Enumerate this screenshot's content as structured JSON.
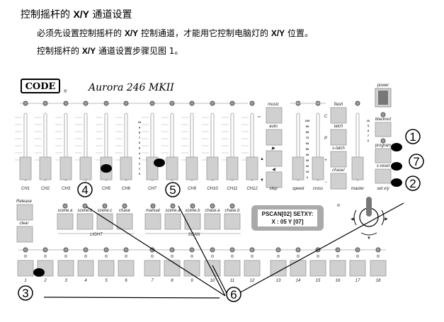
{
  "heading": {
    "prefix": "控制摇杆的 ",
    "xy": "X/Y",
    "suffix": " 通道设置"
  },
  "paragraphs": [
    {
      "a": "必须先设置控制摇杆的 ",
      "xy1": "X/Y",
      "b": " 控制通道，才能用它控制电脑灯的 ",
      "xy2": "X/Y",
      "c": " 位置。"
    },
    {
      "a": "控制摇杆的 ",
      "xy1": "X/Y",
      "b": " 通道设置步骤见图 1。"
    }
  ],
  "console": {
    "brand_logo": "CODE",
    "registered": "®",
    "model": "Aurora 246 MKII",
    "channels": [
      "CH1",
      "CH2",
      "CH3",
      "CH4",
      "CH5",
      "CH6",
      "CH7",
      "CH8",
      "CH9",
      "CH10",
      "CH11",
      "CH12"
    ],
    "fader_scale": [
      "10",
      "9",
      "8",
      "7",
      "6",
      "5",
      "4",
      "3",
      "2",
      "1",
      "0"
    ],
    "speed_scale": [
      "100",
      "90",
      "80",
      "70",
      "60",
      "50",
      "40",
      "30",
      "20",
      "10",
      "0"
    ],
    "master_scale": [
      "10",
      "9",
      "8",
      "7",
      "6",
      "5",
      "4",
      "3",
      "2",
      "1",
      "0"
    ],
    "mode_buttons": [
      "music",
      "auto",
      "step"
    ],
    "step_icons": {
      "music": "•••",
      "fwd": "▶",
      "back": "◀",
      "up": "▲",
      "down": "▼"
    },
    "faders_extra": [
      "speed",
      "cross",
      "master"
    ],
    "chase_buttons": [
      {
        "label": "flash",
        "mark": "C"
      },
      {
        "label": "latch",
        "mark": "P"
      },
      {
        "label": "s-latch",
        "mark": "+"
      },
      {
        "label": "chase!",
        "mark": "−"
      }
    ],
    "right_column": [
      "power",
      "blackout",
      "program",
      "s-reset",
      "set x/y"
    ],
    "left_buttons": [
      "Release",
      "clear"
    ],
    "light_buttons": [
      "scene.a",
      "scene.b",
      "scene.c",
      "chase"
    ],
    "scan_buttons": [
      "manual",
      "scene.a",
      "scene.b",
      "chase.a",
      "chase.b"
    ],
    "group_labels": {
      "light": "LIGHT",
      "scan": "SCAN"
    },
    "lcd": {
      "line1": "PSCAN[02]  SETXY:",
      "line2": "X : 05      Y [07]"
    },
    "bottom_buttons": [
      "1",
      "2",
      "3",
      "4",
      "5",
      "6",
      "7",
      "8",
      "9",
      "10",
      "11",
      "12",
      "13",
      "14",
      "15",
      "16",
      "17",
      "18"
    ],
    "callouts": [
      "①",
      "②",
      "③",
      "④",
      "⑤",
      "⑥",
      "⑦"
    ]
  }
}
